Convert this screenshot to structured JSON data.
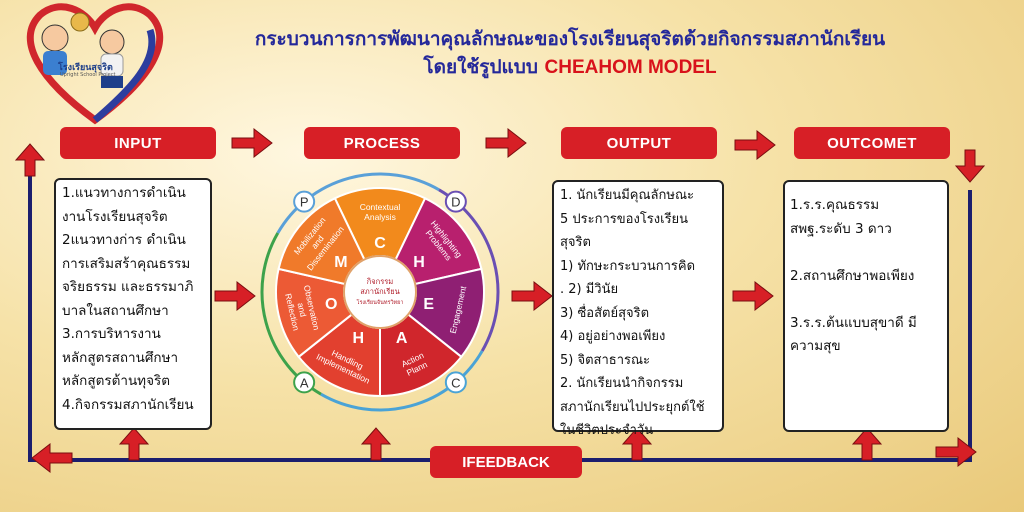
{
  "title": {
    "line1": "กระบวนการการพัฒนาคุณลักษณะของโรงเรียนสุจริตด้วยกิจกรรมสภานักเรียน",
    "line2_prefix": "โดยใช้รูปแบบ ",
    "line2_model": "CHEAHOM MODEL"
  },
  "logo": {
    "text": "โรงเรียนสุจริต",
    "subtext": "Upright School Project"
  },
  "headers": {
    "input": "INPUT",
    "process": "PROCESS",
    "output": "OUTPUT",
    "outcome": "OUTCOMET",
    "feedback": "IFEEDBACK"
  },
  "input_lines": [
    "1.แนวทางการดำเนิน",
    "งานโรงเรียนสุจริต",
    "2แนวทางก่าร ดำเนิน",
    "การเสริมสร้าคุณธรรม",
    "จริยธรรม และธรรมาภิ",
    "บาลในสถานศึกษา",
    "3.การบริหารงาน",
    "หลักสูตรสถานศึกษา",
    "หลักสูตรต้านทุจริต",
    "4.กิจกรรมสภานักเรียน"
  ],
  "output_lines": [
    "1. นักเรียนมีคุณลักษณะ",
    "5 ประการของโรงเรียน",
    "สุจริต",
    "   1) ทักษะกระบวนการคิด",
    ".  2) มีวินัย",
    "   3) ซื่อสัตย์สุจริต",
    "   4) อยู่อย่างพอเพียง",
    "   5) จิตสาธารณะ",
    "2. นักเรียนนำกิจกรรม",
    "สภานักเรียนไปประยุกต์ใช้",
    "ในชีวิตประจำวัน"
  ],
  "outcome_lines": [
    "   1.ร.ร.คุณธรรม",
    "สพฐ.ระดับ 3 ดาว",
    "",
    "  2.สถานศึกษาพอเพียง",
    "",
    "3.ร.ร.ต้นแบบสุขาดี มี",
    "ความสุข"
  ],
  "wheel": {
    "center_lines": [
      "กิจกรรม",
      "สภานักเรียน",
      "โรงเรียนจันทรวิทยา"
    ],
    "letters": [
      "C",
      "H",
      "E",
      "A",
      "H",
      "O",
      "M"
    ],
    "outer_letters": [
      "P",
      "D",
      "C",
      "A"
    ],
    "segments": [
      {
        "label": "Contextual Analysis",
        "color": "#f28a1c"
      },
      {
        "label": "Highlighting Problems",
        "color": "#b8206e"
      },
      {
        "label": "Engagement",
        "color": "#8f1f73"
      },
      {
        "label": "Action Plann",
        "color": "#d0262c"
      },
      {
        "label": "Handling Implementation",
        "color": "#e2402f"
      },
      {
        "label": "Observation and Reflection",
        "color": "#ec5a35"
      },
      {
        "label": "Mobilization and Dissemination",
        "color": "#f07a2a"
      }
    ],
    "outer_colors": {
      "P": "#5aa0d8",
      "D": "#6a4fb3",
      "C": "#4aa3d6",
      "A": "#3da24b"
    }
  },
  "colors": {
    "accent": "#d71f26",
    "title": "#24289a",
    "arrow": "#d71f26"
  }
}
